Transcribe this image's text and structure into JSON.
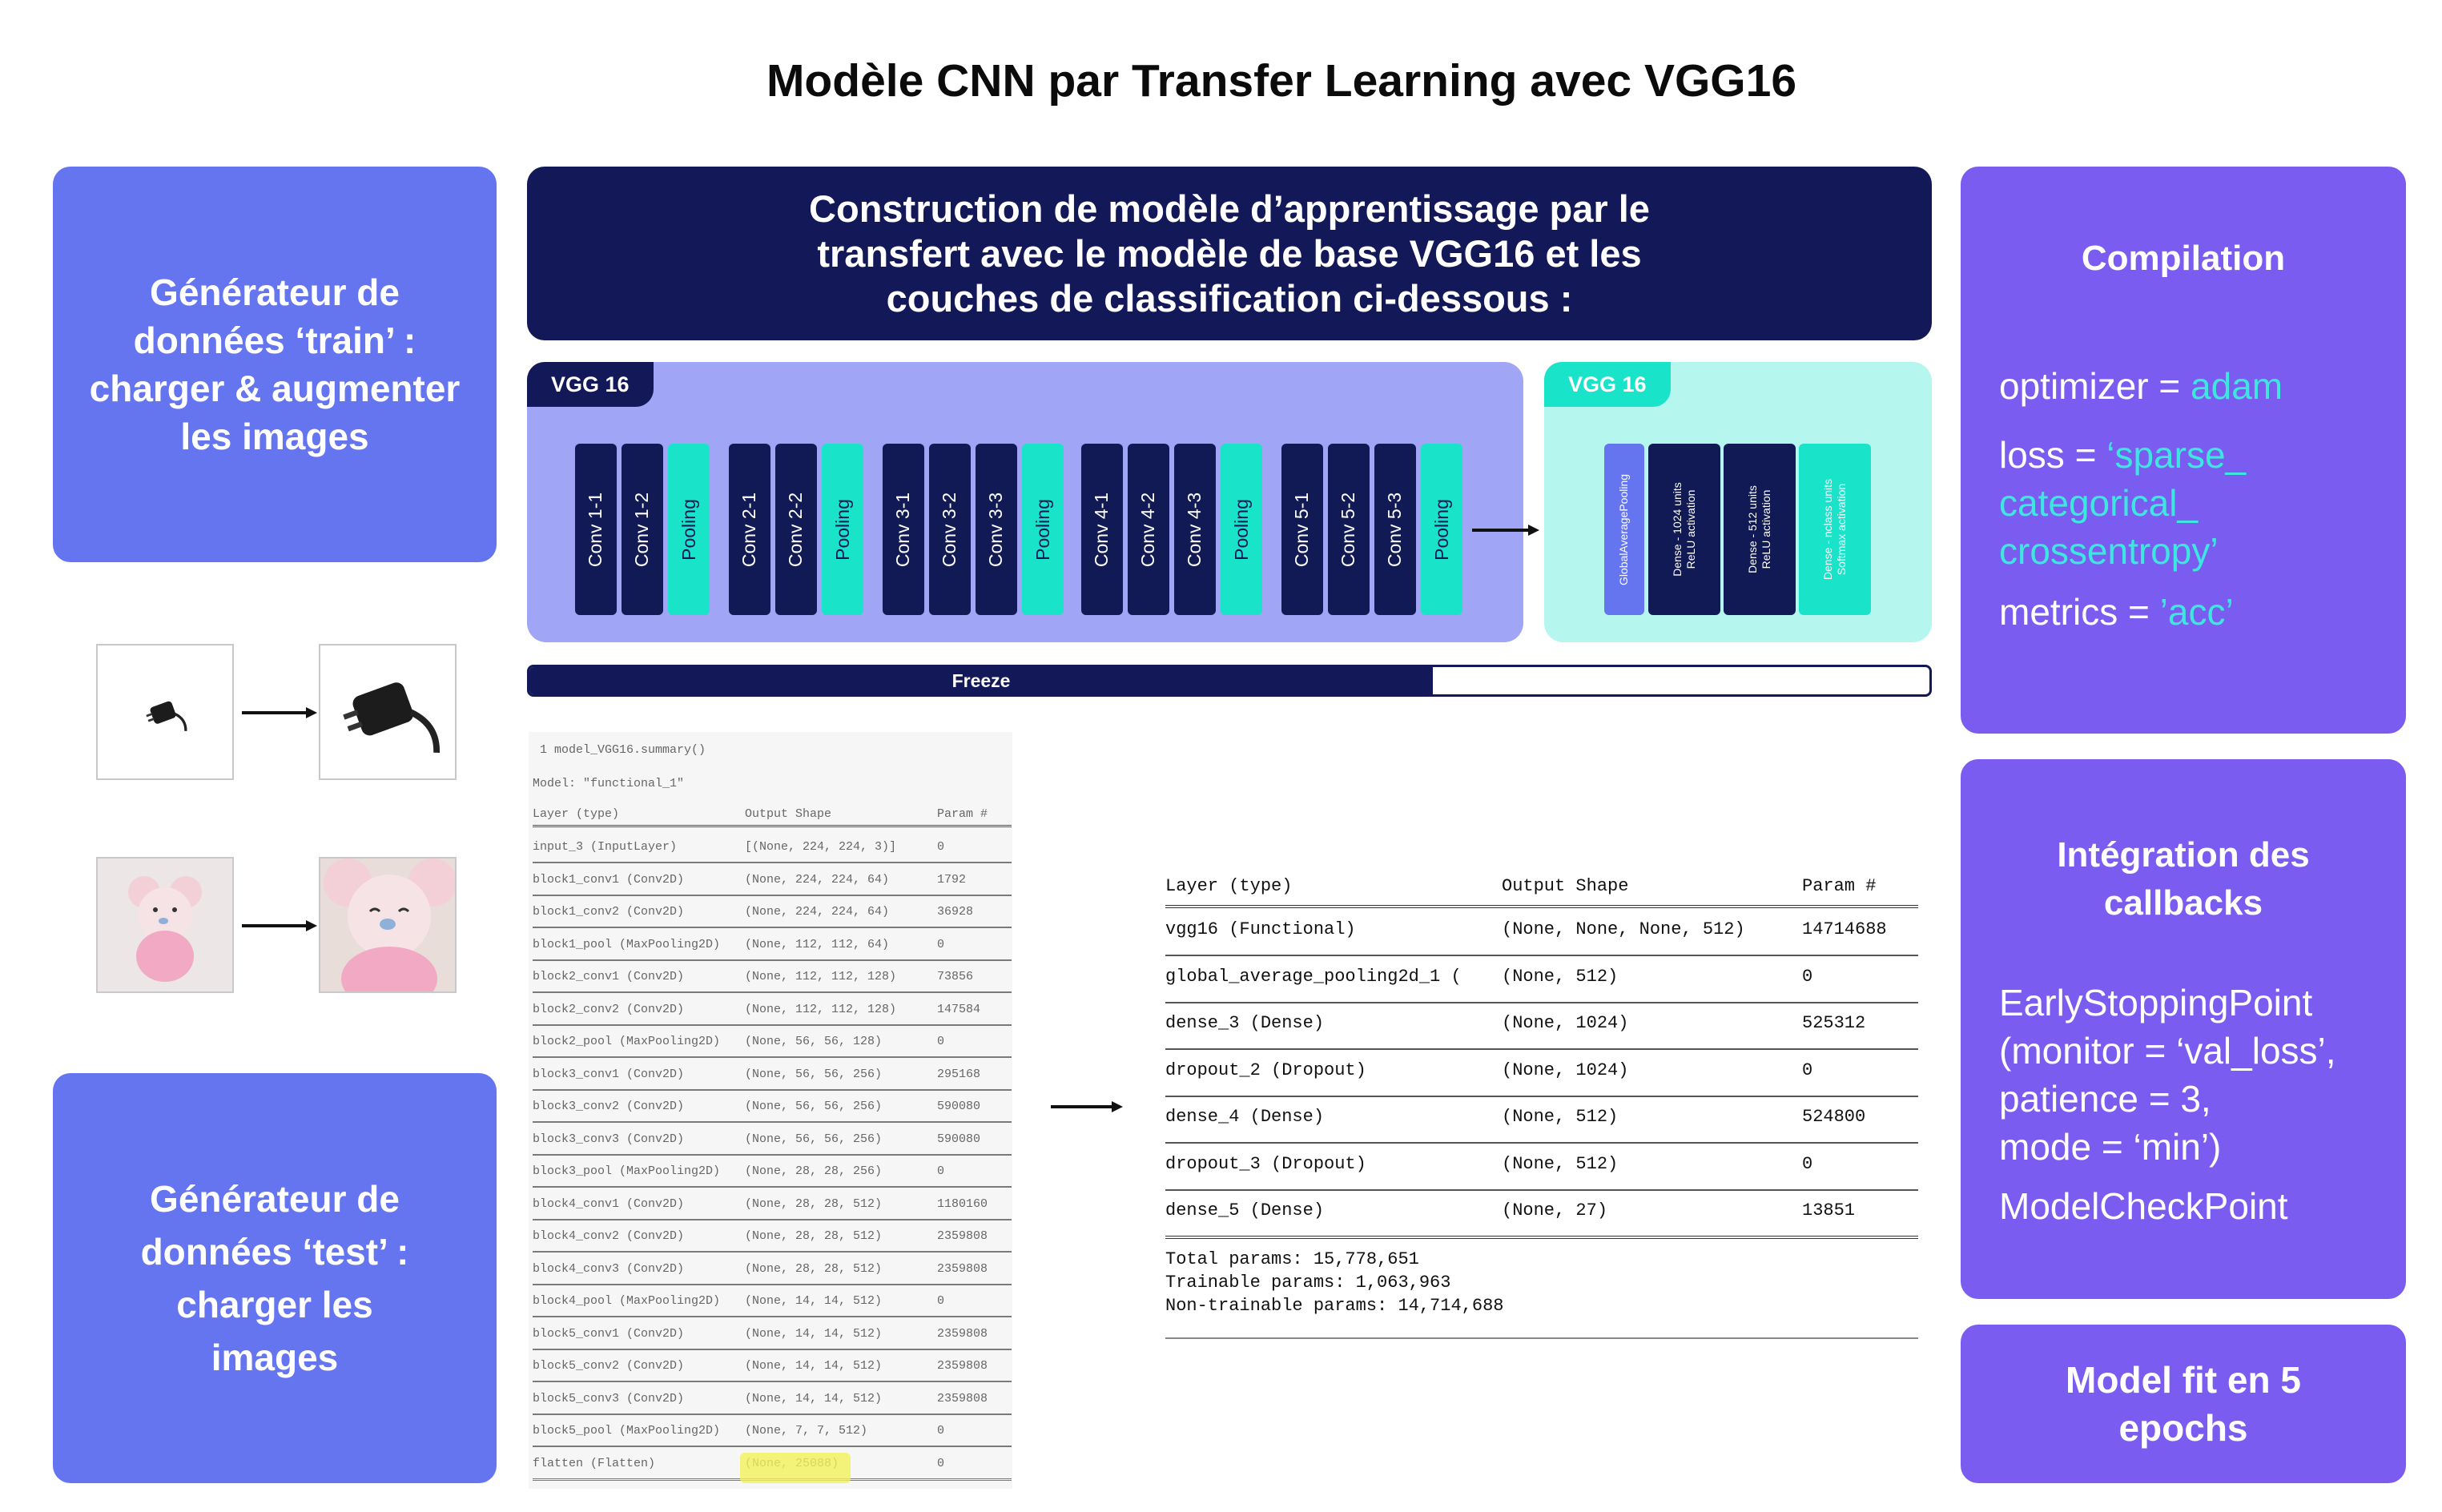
{
  "title": "Modèle CNN par Transfer Learning avec VGG16",
  "colors": {
    "navy": "#121858",
    "blue_panel": "#6575f0",
    "violet_panel": "#7b5cf0",
    "teal": "#19e3c8",
    "lavender": "#a0a6f5",
    "mint": "#b5f6ee",
    "cyan_text": "#3de7e0"
  },
  "left": {
    "train_gen": "Générateur de données ‘train’ : charger & augmenter les images",
    "test_gen": "Générateur de données ‘test’ : charger les images"
  },
  "center": {
    "construction": "Construction de modèle d’apprentissage par le transfert avec le modèle de base VGG16 et les couches de classification ci-dessous :",
    "vgg_tab": "VGG 16",
    "head_tab": "VGG 16",
    "layers": [
      "Conv 1-1",
      "Conv 1-2",
      "Pooling",
      "Conv 2-1",
      "Conv 2-2",
      "Pooling",
      "Conv 3-1",
      "Conv 3-2",
      "Conv 3-3",
      "Pooling",
      "Conv 4-1",
      "Conv 4-2",
      "Conv 4-3",
      "Pooling",
      "Conv 5-1",
      "Conv 5-2",
      "Conv 5-3",
      "Pooling"
    ],
    "head_layers": [
      "GlobalAveragePooling",
      "Dense - 1024 units\nReLU activation",
      "Dense - 512 units\nReLU activation",
      "Dense - nclass units\nSoftmax activation"
    ],
    "freeze": "Freeze"
  },
  "summary_left": {
    "command": "1 model_VGG16.summary()",
    "model_line": "Model: \"functional_1\"",
    "headers": [
      "Layer (type)",
      "Output Shape",
      "Param #"
    ],
    "rows": [
      [
        "input_3 (InputLayer)",
        "[(None, 224, 224, 3)]",
        "0"
      ],
      [
        "block1_conv1 (Conv2D)",
        "(None, 224, 224, 64)",
        "1792"
      ],
      [
        "block1_conv2 (Conv2D)",
        "(None, 224, 224, 64)",
        "36928"
      ],
      [
        "block1_pool (MaxPooling2D)",
        "(None, 112, 112, 64)",
        "0"
      ],
      [
        "block2_conv1 (Conv2D)",
        "(None, 112, 112, 128)",
        "73856"
      ],
      [
        "block2_conv2 (Conv2D)",
        "(None, 112, 112, 128)",
        "147584"
      ],
      [
        "block2_pool (MaxPooling2D)",
        "(None, 56, 56, 128)",
        "0"
      ],
      [
        "block3_conv1 (Conv2D)",
        "(None, 56, 56, 256)",
        "295168"
      ],
      [
        "block3_conv2 (Conv2D)",
        "(None, 56, 56, 256)",
        "590080"
      ],
      [
        "block3_conv3 (Conv2D)",
        "(None, 56, 56, 256)",
        "590080"
      ],
      [
        "block3_pool (MaxPooling2D)",
        "(None, 28, 28, 256)",
        "0"
      ],
      [
        "block4_conv1 (Conv2D)",
        "(None, 28, 28, 512)",
        "1180160"
      ],
      [
        "block4_conv2 (Conv2D)",
        "(None, 28, 28, 512)",
        "2359808"
      ],
      [
        "block4_conv3 (Conv2D)",
        "(None, 28, 28, 512)",
        "2359808"
      ],
      [
        "block4_pool (MaxPooling2D)",
        "(None, 14, 14, 512)",
        "0"
      ],
      [
        "block5_conv1 (Conv2D)",
        "(None, 14, 14, 512)",
        "2359808"
      ],
      [
        "block5_conv2 (Conv2D)",
        "(None, 14, 14, 512)",
        "2359808"
      ],
      [
        "block5_conv3 (Conv2D)",
        "(None, 14, 14, 512)",
        "2359808"
      ],
      [
        "block5_pool (MaxPooling2D)",
        "(None, 7, 7, 512)",
        "0"
      ],
      [
        "flatten (Flatten)",
        "(None, 25088)",
        "0"
      ]
    ]
  },
  "summary_right": {
    "headers": [
      "Layer (type)",
      "Output Shape",
      "Param #"
    ],
    "rows": [
      [
        "vgg16 (Functional)",
        "(None, None, None, 512)",
        "14714688"
      ],
      [
        "global_average_pooling2d_1 (",
        "(None, 512)",
        "0"
      ],
      [
        "dense_3 (Dense)",
        "(None, 1024)",
        "525312"
      ],
      [
        "dropout_2 (Dropout)",
        "(None, 1024)",
        "0"
      ],
      [
        "dense_4 (Dense)",
        "(None, 512)",
        "524800"
      ],
      [
        "dropout_3 (Dropout)",
        "(None, 512)",
        "0"
      ],
      [
        "dense_5 (Dense)",
        "(None, 27)",
        "13851"
      ]
    ],
    "totals": [
      "Total params: 15,778,651",
      "Trainable params: 1,063,963",
      "Non-trainable params: 14,714,688"
    ]
  },
  "right": {
    "compilation_title": "Compilation",
    "optimizer_label": "optimizer = ",
    "optimizer_value": "adam",
    "loss_label": "loss = ",
    "loss_value_1": "‘sparse_",
    "loss_value_2": "categorical_",
    "loss_value_3": "crossentropy’",
    "metrics_label": "metrics = ",
    "metrics_value": "’acc’",
    "callbacks_title": "Intégration des callbacks",
    "callback_1": "EarlyStoppingPoint",
    "callback_2": "(monitor = ‘val_loss’,",
    "callback_3": "patience = 3,",
    "callback_4": "mode = ‘min’)",
    "callback_5": "ModelCheckPoint",
    "fit": "Model fit en 5 epochs"
  }
}
